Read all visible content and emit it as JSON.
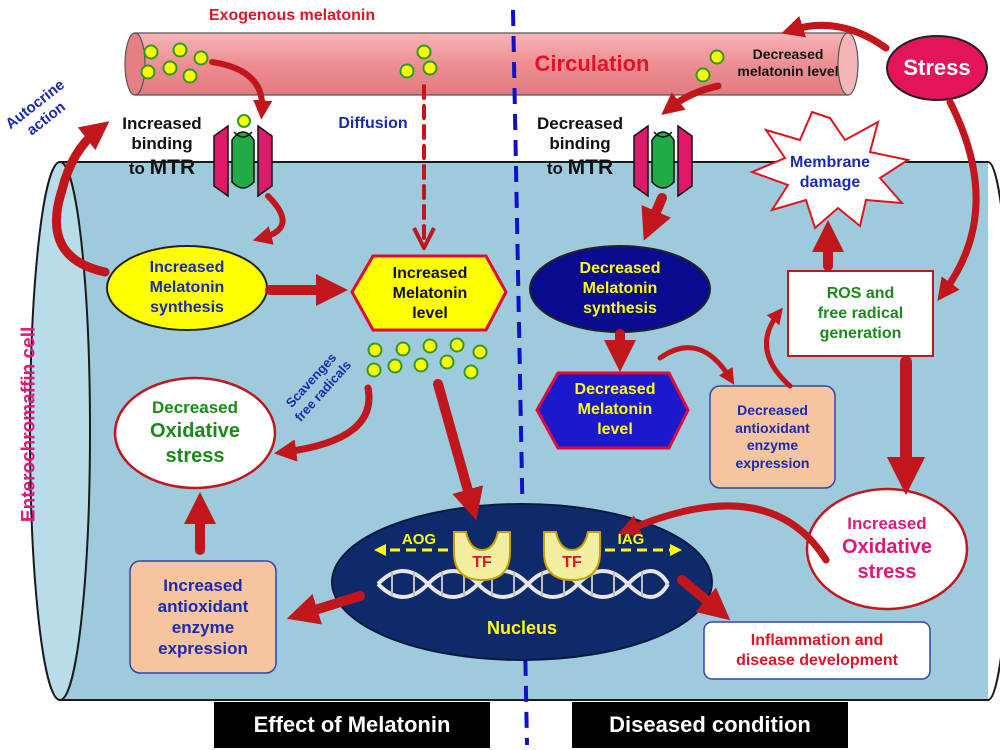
{
  "labels": {
    "exogenous": "Exogenous melatonin",
    "circulation": "Circulation",
    "decreased_level_circ": "Decreased\nmelatonin level",
    "stress": "Stress",
    "autocrine": "Autocrine\naction",
    "diffusion": "Diffusion",
    "inc_binding_line1": "Increased",
    "inc_binding_line2": "binding",
    "inc_binding_line3": "to",
    "dec_binding_line1": "Decreased",
    "dec_binding_line2": "binding",
    "dec_binding_line3": "to",
    "mtr": "MTR",
    "membrane_damage": "Membrane\ndamage",
    "cell": "Enterochromaffin cell",
    "inc_synthesis": "Increased\nMelatonin\nsynthesis",
    "inc_level": "Increased\nMelatonin\nlevel",
    "dec_synthesis": "Decreased\nMelatonin\nsynthesis",
    "ros": "ROS and\nfree radical\ngeneration",
    "scavenges": "Scavenges\nfree radicals",
    "dec_oxidative_line1": "Decreased",
    "dec_oxidative_line2": "Oxidative",
    "dec_oxidative_line3": "stress",
    "dec_level": "Decreased\nMelatonin\nlevel",
    "dec_antioxidant": "Decreased\nantioxidant\nenzyme\nexpression",
    "inc_oxidative_line1": "Increased",
    "inc_oxidative_line2": "Oxidative",
    "inc_oxidative_line3": "stress",
    "aog": "AOG",
    "iag": "IAG",
    "tf": "TF",
    "nucleus": "Nucleus",
    "inc_antioxidant": "Increased\nantioxidant\nenzyme\nexpression",
    "inflammation": "Inflammation and\ndisease development",
    "effect_footer": "Effect of Melatonin",
    "diseased_footer": "Diseased condition"
  },
  "colors": {
    "cell_fill": "#9ecbdc",
    "vessel_fill": "#ee8f93",
    "arrow": "#c0161c",
    "blue_text": "#1b2bb0",
    "red_text": "#e01428",
    "green_text": "#1a8a1a",
    "magenta": "#e0187a",
    "yellow": "#ffff00",
    "dark_blue": "#0b0b90",
    "navy_nucleus": "#0e2a6a",
    "orange_box": "#f6c49e",
    "receptor_pink": "#e0186a",
    "receptor_green": "#22aa44"
  }
}
